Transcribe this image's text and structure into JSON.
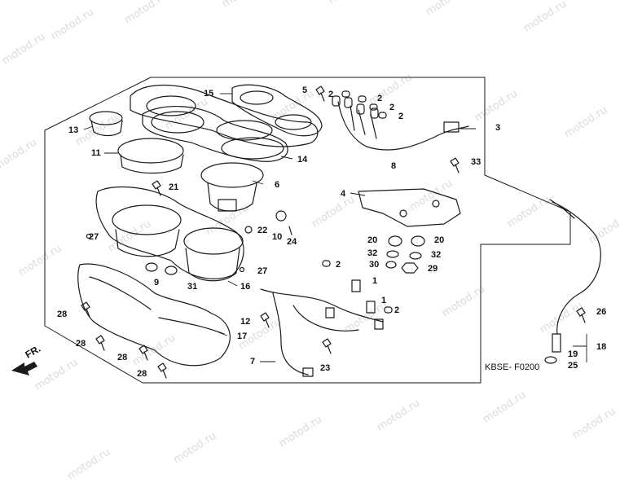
{
  "watermark": {
    "text": "motod.ru"
  },
  "diagram": {
    "code": "KBSE- F0200",
    "front_label": "FR.",
    "callouts": [
      {
        "id": "c15",
        "label": "15"
      },
      {
        "id": "c13",
        "label": "13"
      },
      {
        "id": "c11",
        "label": "11"
      },
      {
        "id": "c5",
        "label": "5"
      },
      {
        "id": "c2a",
        "label": "2"
      },
      {
        "id": "c2b",
        "label": "2"
      },
      {
        "id": "c2c",
        "label": "2"
      },
      {
        "id": "c2d",
        "label": "2"
      },
      {
        "id": "c3",
        "label": "3"
      },
      {
        "id": "c14",
        "label": "14"
      },
      {
        "id": "c8",
        "label": "8"
      },
      {
        "id": "c33",
        "label": "33"
      },
      {
        "id": "c21",
        "label": "21"
      },
      {
        "id": "c6",
        "label": "6"
      },
      {
        "id": "c4",
        "label": "4"
      },
      {
        "id": "c22",
        "label": "22"
      },
      {
        "id": "c10",
        "label": "10"
      },
      {
        "id": "c24",
        "label": "24"
      },
      {
        "id": "c27a",
        "label": "27"
      },
      {
        "id": "c20a",
        "label": "20"
      },
      {
        "id": "c20b",
        "label": "20"
      },
      {
        "id": "c32a",
        "label": "32"
      },
      {
        "id": "c32b",
        "label": "32"
      },
      {
        "id": "c30",
        "label": "30"
      },
      {
        "id": "c29",
        "label": "29"
      },
      {
        "id": "c2e",
        "label": "2"
      },
      {
        "id": "c27b",
        "label": "27"
      },
      {
        "id": "c9",
        "label": "9"
      },
      {
        "id": "c31",
        "label": "31"
      },
      {
        "id": "c16",
        "label": "16"
      },
      {
        "id": "c1a",
        "label": "1"
      },
      {
        "id": "c1b",
        "label": "1"
      },
      {
        "id": "c2f",
        "label": "2"
      },
      {
        "id": "c28a",
        "label": "28"
      },
      {
        "id": "c12",
        "label": "12"
      },
      {
        "id": "c17",
        "label": "17"
      },
      {
        "id": "c28b",
        "label": "28"
      },
      {
        "id": "c28c",
        "label": "28"
      },
      {
        "id": "c7",
        "label": "7"
      },
      {
        "id": "c23",
        "label": "23"
      },
      {
        "id": "c28d",
        "label": "28"
      },
      {
        "id": "c26",
        "label": "26"
      },
      {
        "id": "c18",
        "label": "18"
      },
      {
        "id": "c19",
        "label": "19"
      },
      {
        "id": "c25",
        "label": "25"
      }
    ]
  }
}
